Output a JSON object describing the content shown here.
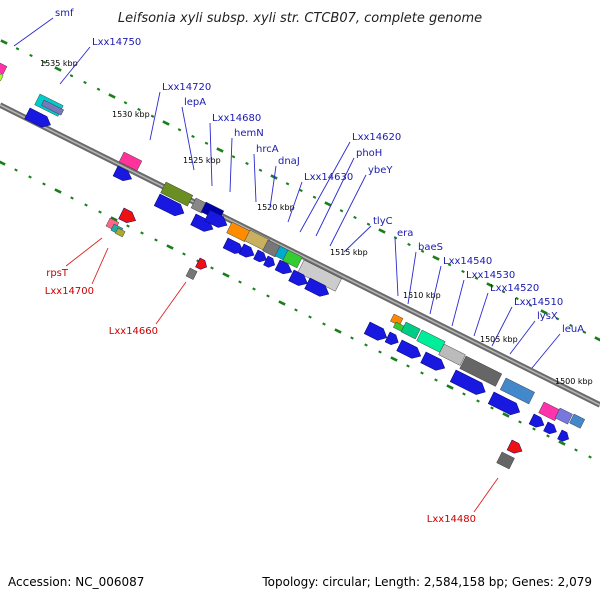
{
  "title": "Leifsonia xyli subsp. xyli str. CTCB07, complete genome",
  "footer": {
    "accession": "Accession: NC_006087",
    "stats": "Topology: circular; Length: 2,584,158 bp; Genes: 2,079"
  },
  "colors": {
    "backbone": "#888888",
    "forward_label": "#1b1bb0",
    "reverse_label": "#cc0000",
    "cds_arrow": "#1818e0",
    "reverse_arrow": "#ee1111",
    "tick": "#1a7f1a"
  },
  "scale_labels": [
    "1535 kbp",
    "1530 kbp",
    "1525 kbp",
    "1520 kbp",
    "1515 kbp",
    "1510 kbp",
    "1505 kbp",
    "1500 kbp"
  ],
  "forward_labels": [
    "smf",
    "Lxx14750",
    "Lxx14720",
    "lepA",
    "Lxx14680",
    "hemN",
    "hrcA",
    "dnaJ",
    "Lxx14630",
    "Lxx14620",
    "phoH",
    "ybeY",
    "tlyC",
    "era",
    "baeS",
    "Lxx14540",
    "Lxx14530",
    "Lxx14520",
    "Lxx14510",
    "lysX",
    "leuA"
  ],
  "reverse_labels": [
    "rpsT",
    "Lxx14700",
    "Lxx14660",
    "Lxx14480"
  ]
}
